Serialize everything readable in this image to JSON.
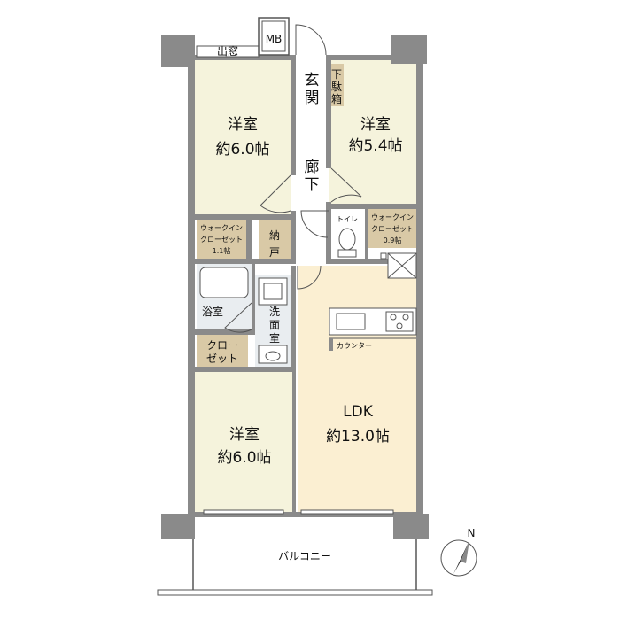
{
  "rooms": {
    "western_top_left": {
      "name": "洋室",
      "size": "約6.0帖"
    },
    "western_top_right": {
      "name": "洋室",
      "size": "約5.4帖"
    },
    "western_bottom_left": {
      "name": "洋室",
      "size": "約6.0帖"
    },
    "ldk": {
      "name": "LDK",
      "size": "約13.0帖"
    },
    "walkin_left": {
      "line1": "ウォークイン",
      "line2": "クローゼット",
      "line3": "1.1帖"
    },
    "walkin_right": {
      "line1": "ウォークイン",
      "line2": "クローゼット",
      "line3": "0.9帖"
    },
    "closet": {
      "line1": "クロー",
      "line2": "ゼット"
    },
    "storage": {
      "line1": "納",
      "line2": "戸"
    },
    "bath": {
      "name": "浴室"
    },
    "washroom": {
      "line1": "洗",
      "line2": "面",
      "line3": "室"
    },
    "toilet": {
      "name": "トイレ"
    },
    "entrance": {
      "line1": "玄",
      "line2": "関"
    },
    "shoe_box": {
      "line1": "下",
      "line2": "駄",
      "line3": "箱"
    },
    "hallway": {
      "line1": "廊",
      "line2": "下"
    },
    "counter": {
      "name": "カウンター"
    },
    "bay_window": {
      "name": "出窓"
    },
    "meter_box": {
      "name": "MB"
    },
    "balcony": {
      "name": "バルコニー"
    }
  },
  "compass": {
    "label": "N"
  },
  "colors": {
    "wall": "#8a8a8a",
    "room_cream": "#f5f3dc",
    "ldk": "#fbefd2",
    "storage": "#d9c9a6",
    "wet_area": "#e9edf0",
    "outline": "#555555"
  }
}
